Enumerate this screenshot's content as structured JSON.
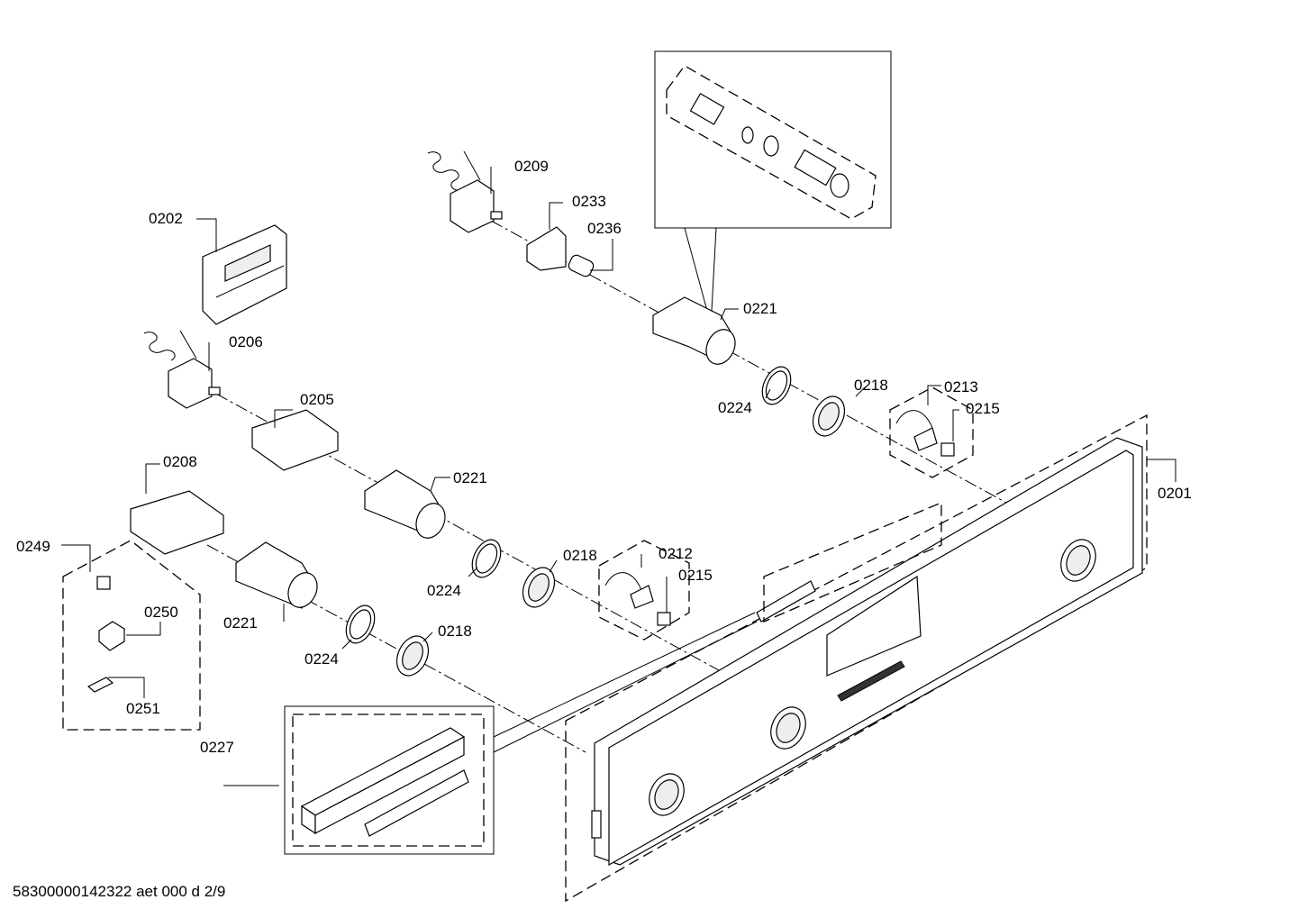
{
  "callouts": {
    "c0201": "0201",
    "c0202": "0202",
    "c0205": "0205",
    "c0206": "0206",
    "c0208": "0208",
    "c0209": "0209",
    "c0212": "0212",
    "c0213": "0213",
    "c0215a": "0215",
    "c0215b": "0215",
    "c0218a": "0218",
    "c0218b": "0218",
    "c0218c": "0218",
    "c0221a": "0221",
    "c0221b": "0221",
    "c0221c": "0221",
    "c0224a": "0224",
    "c0224b": "0224",
    "c0224c": "0224",
    "c0227": "0227",
    "c0233": "0233",
    "c0236": "0236",
    "c0249": "0249",
    "c0250": "0250",
    "c0251": "0251"
  },
  "footer": {
    "document_code": "58300000142322 aet 000 d 2/9"
  }
}
